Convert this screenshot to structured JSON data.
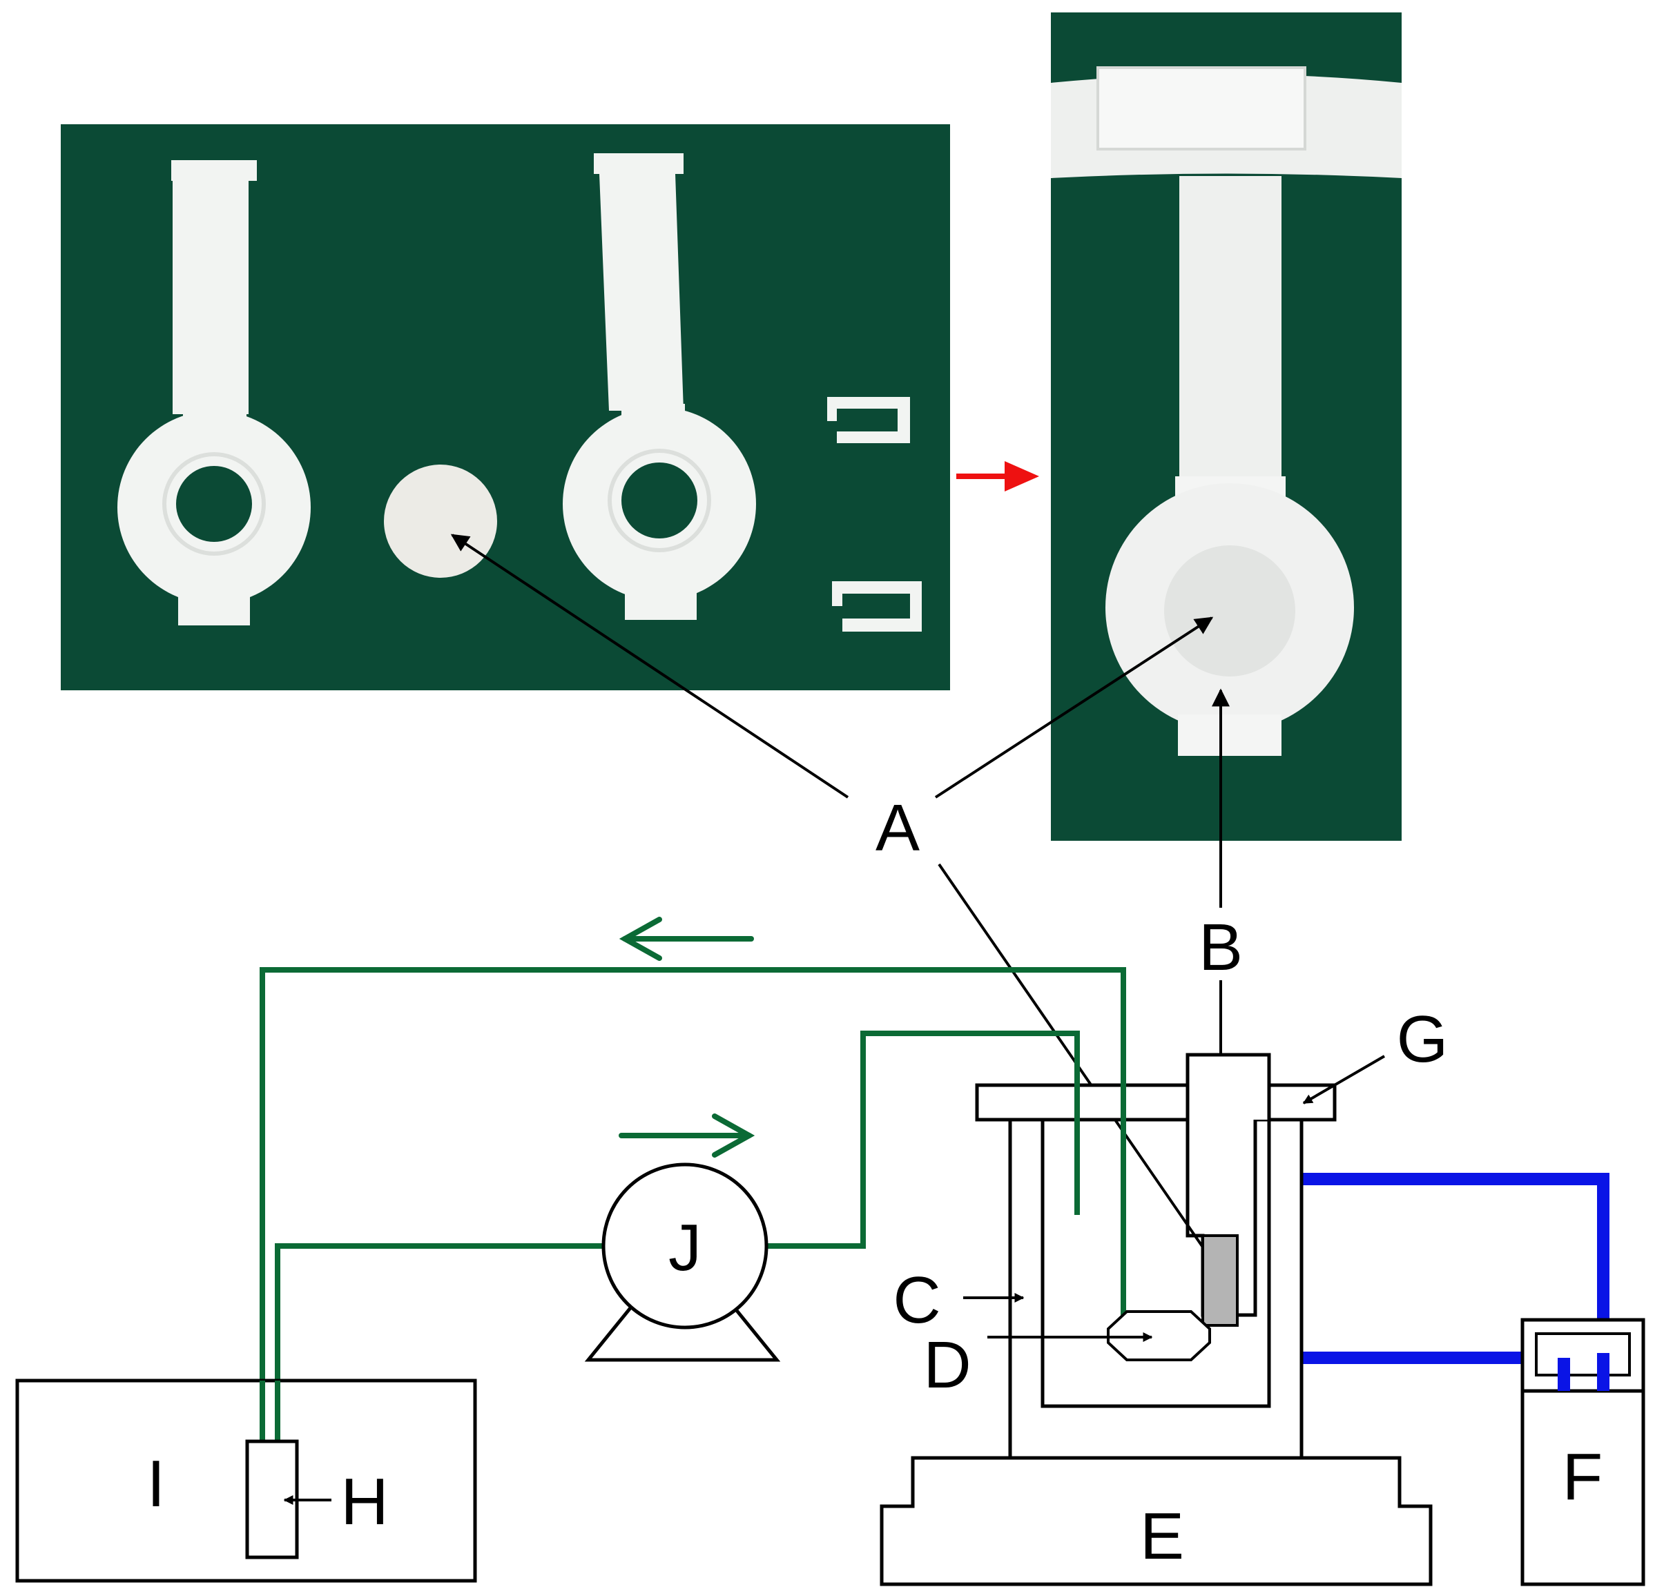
{
  "labels": {
    "A": "A",
    "B": "B",
    "C": "C",
    "D": "D",
    "E": "E",
    "F": "F",
    "G": "G",
    "H": "H",
    "I": "I",
    "J": "J"
  },
  "colors": {
    "photo_background": "#0b4a35",
    "ptfe_part": "#f2f4f2",
    "membrane_disc": "#ecebe6",
    "circulation_tube": "#0b6a35",
    "cooling_tube": "#0a14e6",
    "transfer_arrow": "#ee1111",
    "sample_holder": "#b4b4b4",
    "line": "#000000"
  },
  "icons": [
    "pump-icon",
    "flow-direction-arrow",
    "red-transfer-arrow"
  ]
}
